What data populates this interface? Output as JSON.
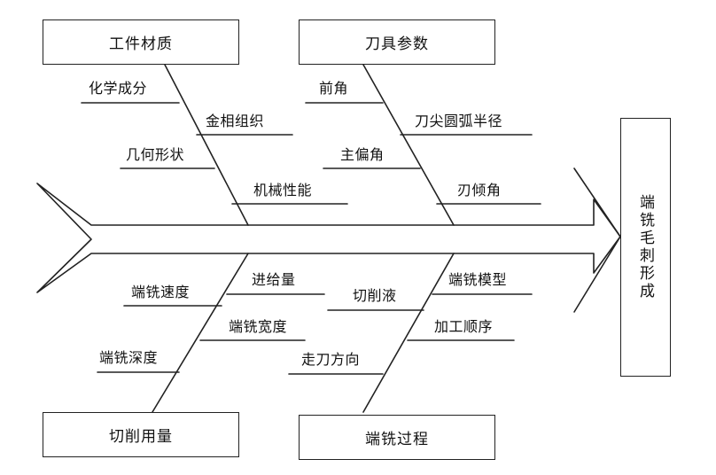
{
  "diagram": {
    "effect": "端铣毛刺形成",
    "categories": {
      "workpiece": "工件材质",
      "tool": "刀具参数",
      "cutting": "切削用量",
      "process": "端铣过程"
    },
    "causes": {
      "workpiece": [
        "化学成分",
        "金相组织",
        "几何形状",
        "机械性能"
      ],
      "tool": [
        "前角",
        "刀尖圆弧半径",
        "主偏角",
        "刃倾角"
      ],
      "cutting": [
        "端铣速度",
        "进给量",
        "端铣宽度",
        "端铣深度"
      ],
      "process": [
        "切削液",
        "端铣模型",
        "加工顺序",
        "走刀方向"
      ]
    }
  }
}
